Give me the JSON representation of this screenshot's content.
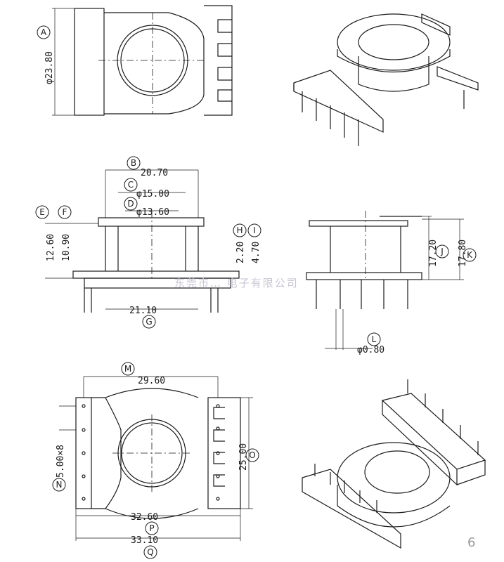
{
  "drawing": {
    "watermark": "东莞市… 电子有限公司",
    "page_number": "6",
    "labels": {
      "A": "A",
      "B": "B",
      "C": "C",
      "D": "D",
      "E": "E",
      "F": "F",
      "G": "G",
      "H": "H",
      "I": "I",
      "J": "J",
      "K": "K",
      "L": "L",
      "M": "M",
      "N": "N",
      "O": "O",
      "P": "P",
      "Q": "Q"
    },
    "dimensions": {
      "A": "φ23.80",
      "B": "20.70",
      "C": "φ15.00",
      "D": "φ13.60",
      "E": "12.60",
      "F": "10.90",
      "G": "21.10",
      "H": "2.20",
      "I": "4.70",
      "J": "17.20",
      "K": "17.80",
      "L": "φ0.80",
      "M": "29.60",
      "N": "5.00×8",
      "O": "25.00",
      "P": "32.60",
      "Q": "33.10"
    }
  }
}
